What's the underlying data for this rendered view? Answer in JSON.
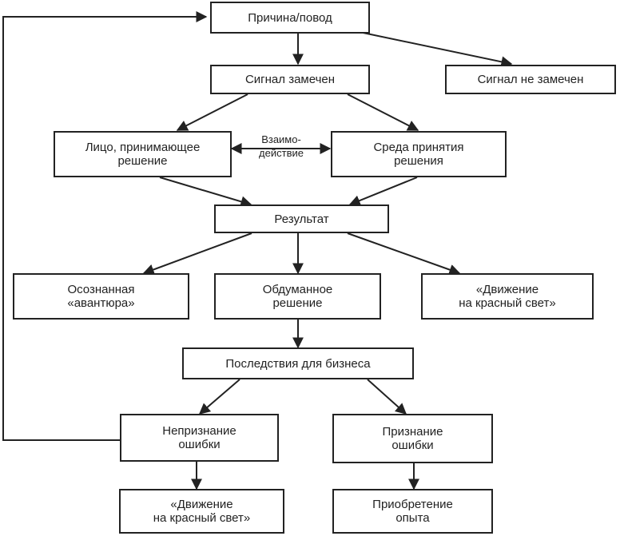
{
  "nodes": {
    "cause": "Причина/повод",
    "signal_noticed": "Сигнал замечен",
    "signal_not_noticed": "Сигнал не замечен",
    "decision_maker": "Лицо, принимающее\nрешение",
    "decision_env": "Среда принятия\nрешения",
    "result": "Результат",
    "conscious_adventure": "Осознанная\n«авантюра»",
    "considered_decision": "Обдуманное\nрешение",
    "red_light": "«Движение\nна красный свет»",
    "consequences": "Последствия для бизнеса",
    "non_recognition": "Непризнание\nошибки",
    "recognition": "Признание\nошибки",
    "red_light_2": "«Движение\nна красный свет»",
    "experience": "Приобретение\nопыта"
  },
  "edges": {
    "interaction_label": "Взаимо-\nдействие"
  },
  "colors": {
    "line": "#222222",
    "background": "#ffffff"
  }
}
